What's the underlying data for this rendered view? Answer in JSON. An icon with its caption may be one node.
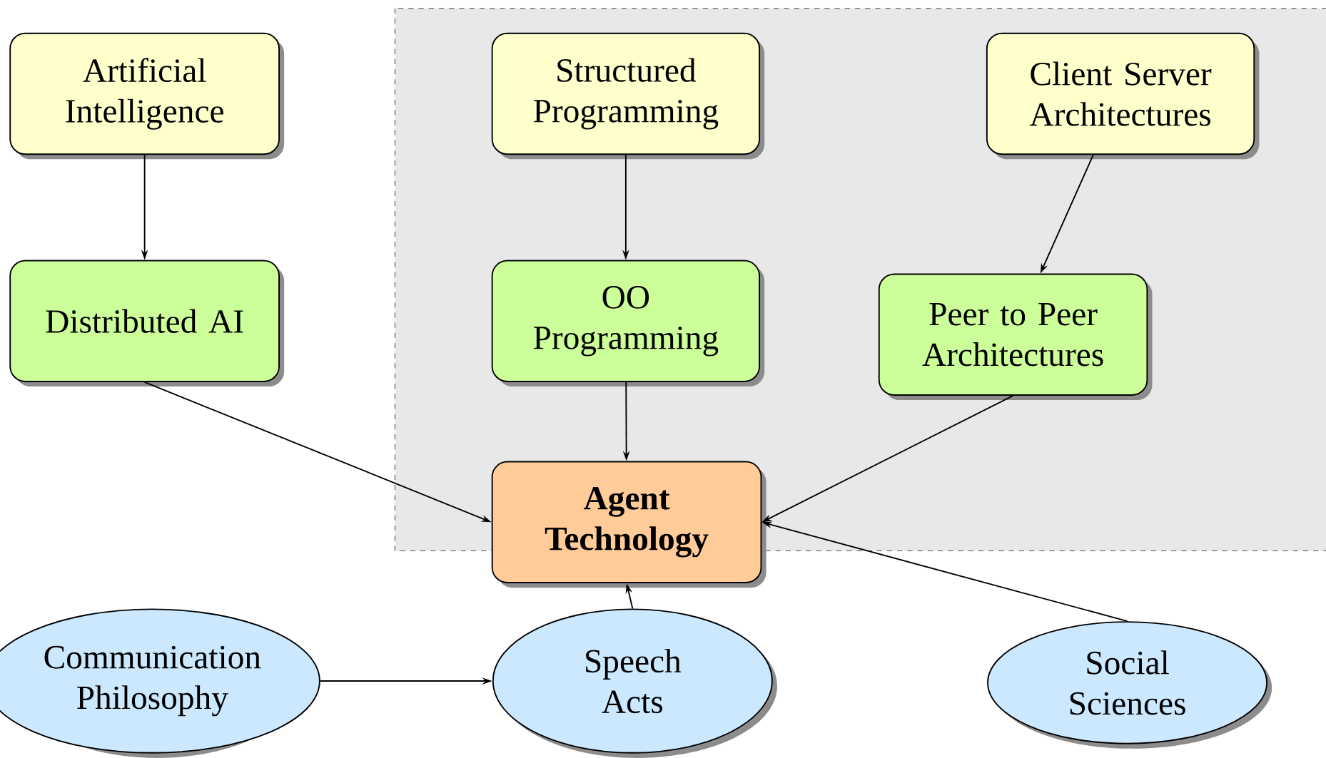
{
  "diagram": {
    "nodes": [
      {
        "text": [
          "Artificial Intelligence"
        ]
      },
      {
        "text": [
          "Structured Programming"
        ]
      },
      {
        "text": [
          "Client Server Architectures"
        ]
      },
      {
        "text": [
          "Distributed AI"
        ]
      },
      {
        "text": [
          "OO Programming"
        ]
      },
      {
        "text": [
          "Peer to Peer Architectures"
        ]
      },
      {
        "text": [
          "Agent Technology"
        ]
      },
      {
        "text": [
          "Communication Philosophy"
        ]
      },
      {
        "text": [
          "Speech Acts"
        ]
      },
      {
        "text": [
          "Social Sciences"
        ]
      }
    ],
    "edges": [
      {
        "from": 0,
        "to": 3,
        "arrow": "to"
      },
      {
        "from": 1,
        "to": 4,
        "arrow": "to"
      },
      {
        "from": 2,
        "to": 5,
        "arrow": "to"
      },
      {
        "from": 3,
        "to": 6,
        "arrow": "to"
      },
      {
        "from": 4,
        "to": 6,
        "arrow": "to"
      },
      {
        "from": 5,
        "to": 6,
        "arrow": "to"
      },
      {
        "from": 9,
        "to": 6,
        "arrow": "to"
      },
      {
        "from": 8,
        "to": 6,
        "arrow": "to"
      },
      {
        "from": 7,
        "to": 8,
        "arrow": "to"
      }
    ]
  }
}
